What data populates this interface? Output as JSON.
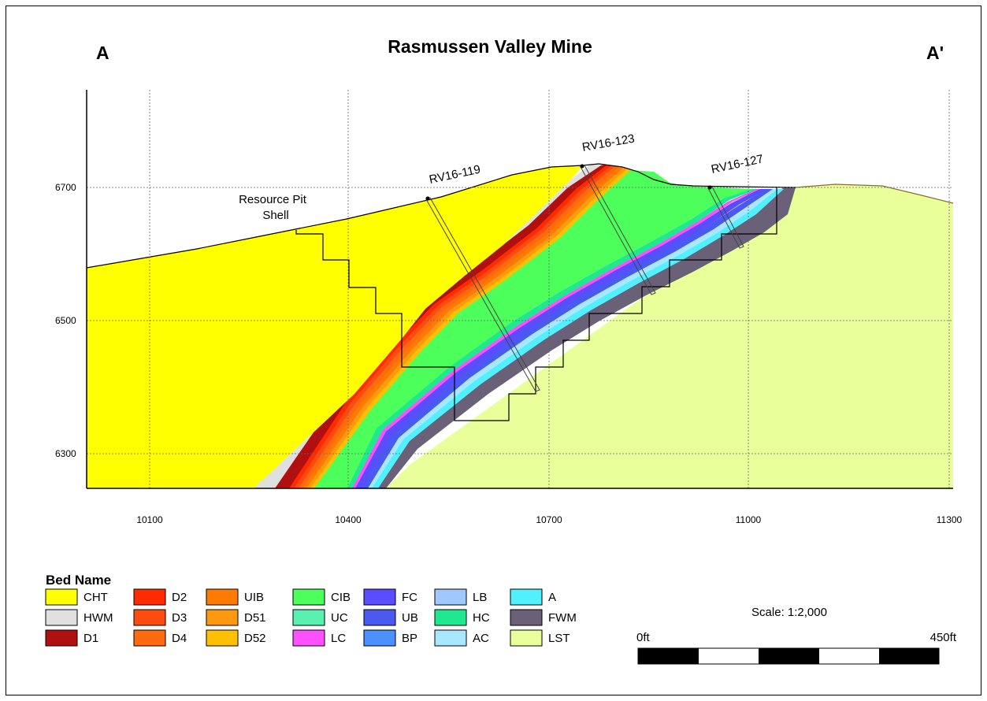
{
  "title": "Rasmussen Valley Mine",
  "section_start": "A",
  "section_end": "A'",
  "x_ticks": [
    "10100",
    "10400",
    "10700",
    "11000",
    "11300"
  ],
  "y_ticks": [
    "6700",
    "6500",
    "6300"
  ],
  "drillholes": [
    "RV16-119",
    "RV16-123",
    "RV16-127"
  ],
  "pit_label_line1": "Resource Pit",
  "pit_label_line2": "Shell",
  "legend": {
    "title": "Bed Name",
    "items": [
      {
        "name": "CHT",
        "color": "#ffff00"
      },
      {
        "name": "HWM",
        "color": "#e0e0e0"
      },
      {
        "name": "D1",
        "color": "#b01010"
      },
      {
        "name": "D2",
        "color": "#ff2a00"
      },
      {
        "name": "D3",
        "color": "#ff4a10"
      },
      {
        "name": "D4",
        "color": "#ff6a10"
      },
      {
        "name": "UIB",
        "color": "#ff7a00"
      },
      {
        "name": "D51",
        "color": "#ff9a10"
      },
      {
        "name": "D52",
        "color": "#ffc000"
      },
      {
        "name": "CIB",
        "color": "#4cff5a"
      },
      {
        "name": "UC",
        "color": "#5af0b0"
      },
      {
        "name": "LC",
        "color": "#ff50ff"
      },
      {
        "name": "FC",
        "color": "#5a4cff"
      },
      {
        "name": "UB",
        "color": "#4a5af0"
      },
      {
        "name": "BP",
        "color": "#4a90ff"
      },
      {
        "name": "LB",
        "color": "#a0c8ff"
      },
      {
        "name": "HC",
        "color": "#20e890"
      },
      {
        "name": "AC",
        "color": "#a8e8ff"
      },
      {
        "name": "A",
        "color": "#50f0ff"
      },
      {
        "name": "FWM",
        "color": "#6a6078"
      },
      {
        "name": "LST",
        "color": "#e8ff9a"
      }
    ]
  },
  "scale": {
    "label": "Scale: 1:2,000",
    "left": "0ft",
    "right": "450ft"
  }
}
